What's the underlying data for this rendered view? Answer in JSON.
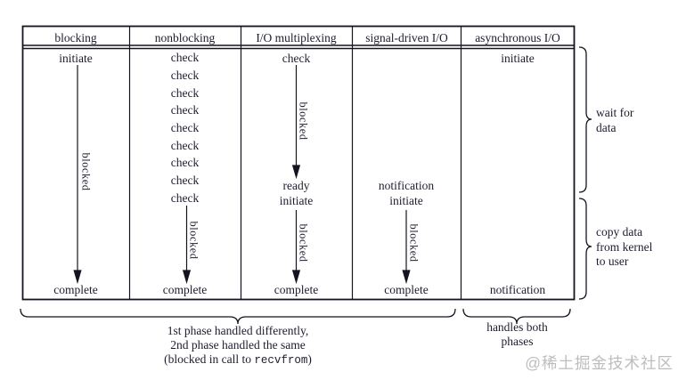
{
  "table": {
    "headers": [
      "blocking",
      "nonblocking",
      "I/O multiplexing",
      "signal-driven I/O",
      "asynchronous I/O"
    ],
    "blocking": {
      "top": "initiate",
      "blocked": "blocked",
      "bottom": "complete"
    },
    "nonblocking": {
      "checks": [
        "check",
        "check",
        "check",
        "check",
        "check",
        "check",
        "check",
        "check",
        "check"
      ],
      "blocked": "blocked",
      "bottom": "complete"
    },
    "multiplexing": {
      "top": "check",
      "blocked_wait": "blocked",
      "ready": "ready",
      "initiate": "initiate",
      "blocked_copy": "blocked",
      "bottom": "complete"
    },
    "signal_driven": {
      "notification": "notification",
      "initiate": "initiate",
      "blocked": "blocked",
      "bottom": "complete"
    },
    "asynchronous": {
      "top": "initiate",
      "bottom": "notification"
    }
  },
  "annotations": {
    "wait_for_data": [
      "wait for",
      "data"
    ],
    "copy_data": [
      "copy data",
      "from kernel",
      "to user"
    ],
    "phase_note_line1": "1st phase handled differently,",
    "phase_note_line2": "2nd phase handled the same",
    "phase_note_line3_prefix": "(blocked in call to ",
    "phase_note_code": "recvfrom",
    "phase_note_line3_suffix": ")",
    "handles_both": [
      "handles both",
      "phases"
    ]
  },
  "watermark": "@稀土掘金技术社区"
}
